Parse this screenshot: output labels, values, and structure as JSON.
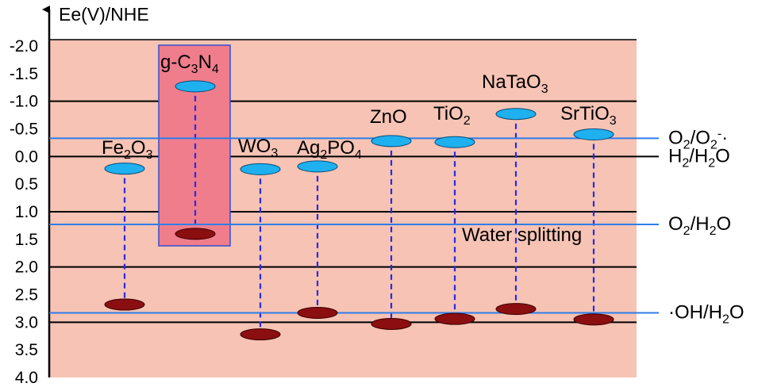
{
  "chart_data": {
    "type": "band-edge-diagram",
    "ylabel": "Ee(V)/NHE",
    "ytick_labels": [
      "-2.0",
      "-1.5",
      "-1.0",
      "-0.5",
      "0.0",
      "0.5",
      "1.0",
      "1.5",
      "2.0",
      "2.5",
      "3.0",
      "3.5",
      "4.0"
    ],
    "ylim": [
      -2.0,
      4.0
    ],
    "y_inverted": true,
    "materials": [
      {
        "id": "fe2o3",
        "label": "Fe2O3",
        "label_html": {
          "base": "Fe",
          "sub1": "2",
          "mid": "O",
          "sub2": "3"
        },
        "cb": 0.22,
        "vb": 2.68
      },
      {
        "id": "gc3n4",
        "label": "g-C3N4",
        "label_html": {
          "base": "g-C",
          "sub1": "3",
          "mid": "N",
          "sub2": "4"
        },
        "cb": -1.27,
        "vb": 1.4,
        "highlight": true
      },
      {
        "id": "wo3",
        "label": "WO3",
        "label_html": {
          "base": "WO",
          "sub1": "3",
          "mid": "",
          "sub2": ""
        },
        "cb": 0.23,
        "vb": 3.22
      },
      {
        "id": "ag3po4",
        "label": "Ag2PO4",
        "label_html": {
          "base": "Ag",
          "sub1": "2",
          "mid": "PO",
          "sub2": "4"
        },
        "cb": 0.18,
        "vb": 2.83
      },
      {
        "id": "zno",
        "label": "ZnO",
        "label_html": {
          "base": "ZnO",
          "sub1": "",
          "mid": "",
          "sub2": ""
        },
        "cb": -0.28,
        "vb": 3.03
      },
      {
        "id": "tio2",
        "label": "TiO2",
        "label_html": {
          "base": "TiO",
          "sub1": "2",
          "mid": "",
          "sub2": ""
        },
        "cb": -0.26,
        "vb": 2.94
      },
      {
        "id": "natao3",
        "label": "NaTaO3",
        "label_html": {
          "base": "NaTaO",
          "sub1": "3",
          "mid": "",
          "sub2": ""
        },
        "cb": -0.77,
        "vb": 2.76
      },
      {
        "id": "srtio3",
        "label": "SrTiO3",
        "label_html": {
          "base": "SrTiO",
          "sub1": "3",
          "mid": "",
          "sub2": ""
        },
        "cb": -0.4,
        "vb": 2.95
      }
    ],
    "redox_couples": [
      {
        "id": "o2-o2minus",
        "label": "O2/O2-·",
        "label_html": {
          "a": "O",
          "s1": "2",
          "b": "/O",
          "s2": "2",
          "sup": "-",
          "c": "·"
        },
        "potential": -0.33
      },
      {
        "id": "h2-h2o",
        "label": "H2/H2O",
        "label_html": {
          "a": "H",
          "s1": "2",
          "b": "/H",
          "s2": "2",
          "sup": "",
          "c": "O"
        },
        "potential": 0.0
      },
      {
        "id": "o2-h2o",
        "label": "O2/H2O",
        "label_html": {
          "a": "O",
          "s1": "2",
          "b": "/H",
          "s2": "2",
          "sup": "",
          "c": "O"
        },
        "potential": 1.23
      },
      {
        "id": "oh-h2o",
        "label": "·OH/H2O",
        "label_html": {
          "a": "·OH/H",
          "s1": "2",
          "b": "O",
          "s2": "",
          "sup": "",
          "c": ""
        },
        "potential": 2.83
      }
    ],
    "annotations": [
      {
        "id": "water-splitting",
        "text": "Water splitting"
      }
    ],
    "colors": {
      "background": "#f6c3b4",
      "highlight_box": "#f07d8c",
      "cb_fill": "#1fb0f0",
      "vb_fill": "#8b0e10",
      "connector": "#2a2ae0",
      "redox_line": "#2f7de8",
      "grid": "#000000"
    }
  }
}
